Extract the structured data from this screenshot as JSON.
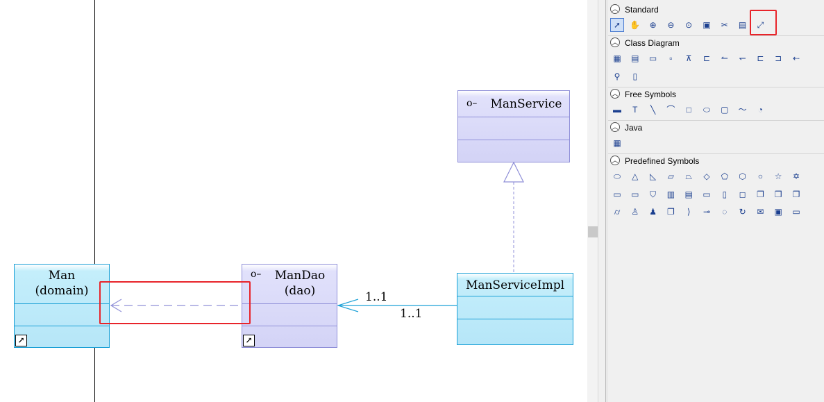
{
  "diagram": {
    "classes": {
      "man": {
        "name": "Man",
        "stereotype": "(domain)"
      },
      "mandao": {
        "name": "ManDao",
        "stereotype": "(dao)",
        "interface_glyph": "o–"
      },
      "manservice": {
        "name": "ManService",
        "interface_glyph": "o–"
      },
      "manserviceimpl": {
        "name": "ManServiceImpl"
      }
    },
    "multiplicity": {
      "near_dao": "1..1",
      "near_impl": "1..1"
    },
    "colors": {
      "blue_border": "#1aa0d6",
      "purple_border": "#8f8fd8",
      "highlight": "#e8242a",
      "dashed_line": "#8f8fd8",
      "assoc_line": "#1aa0d6"
    }
  },
  "palette": {
    "sections": {
      "standard": "Standard",
      "class_diagram": "Class Diagram",
      "free_symbols": "Free Symbols",
      "java": "Java",
      "predefined_symbols": "Predefined Symbols"
    },
    "standard_tools": [
      "select-arrow-icon",
      "hand-pan-icon",
      "zoom-in-icon",
      "zoom-out-icon",
      "zoom-fit-icon",
      "properties-icon",
      "cut-icon",
      "note-icon",
      "connector-icon"
    ],
    "class_tools": [
      "package-icon",
      "class-icon",
      "object-icon",
      "small-box-icon",
      "hierarchy-icon",
      "inheritance-icon",
      "association-icon",
      "directed-association-icon",
      "aggregation-icon",
      "composition-icon",
      "dependency-icon",
      "interface-lollipop-icon",
      "note-doc-icon"
    ],
    "free_tools": [
      "rounded-shape-icon",
      "text-icon",
      "line-icon",
      "arc-icon",
      "rectangle-icon",
      "ellipse-icon",
      "rounded-rect-icon",
      "polyline-icon",
      "freeform-icon"
    ],
    "java_tools": [
      "java-class-icon"
    ],
    "predefined_tools": [
      "oval-icon",
      "triangle-icon",
      "right-triangle-icon",
      "parallelogram-icon",
      "trapezoid-icon",
      "diamond-icon",
      "pentagon-icon",
      "hexagon-icon",
      "circle-icon",
      "star5-icon",
      "star6-icon",
      "card-icon",
      "cut-rect-icon",
      "shield-icon",
      "double-rect-icon",
      "table-icon",
      "folder-icon",
      "doc-icon",
      "speech-icon",
      "stacked-icon",
      "cube-icon",
      "stack3-icon",
      "cylinder-icon",
      "actor-icon",
      "actor2-icon",
      "double-doc-icon",
      "chevron-icon",
      "lollipop-icon",
      "callout-icon",
      "cycle-icon",
      "envelope-icon",
      "frame-icon",
      "frame2-icon"
    ]
  }
}
